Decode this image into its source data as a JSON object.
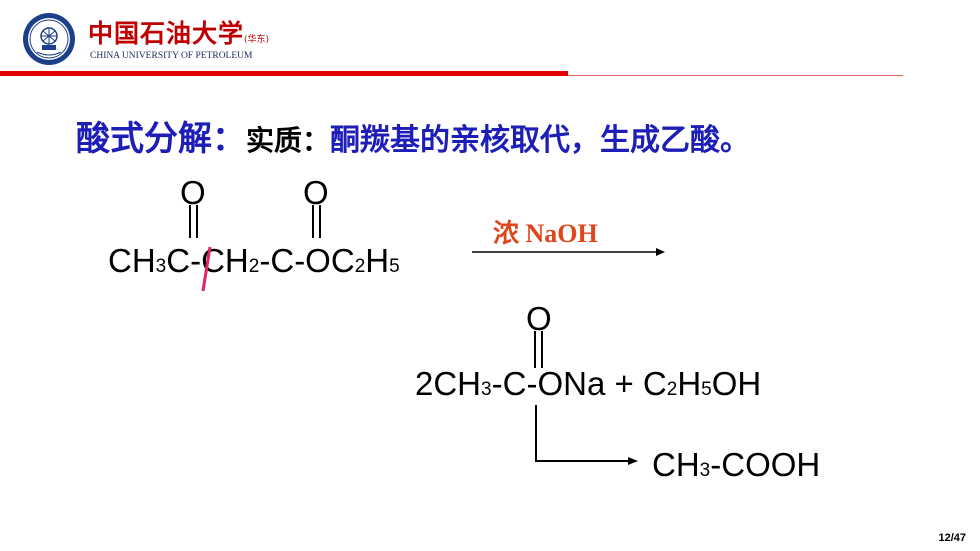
{
  "header": {
    "university_cn": "中国石油大学",
    "campus": "(华东)",
    "university_en": "CHINA UNIVERSITY OF PETROLEUM"
  },
  "heading": {
    "term": "酸式分解：",
    "label": "实质：",
    "desc": "酮羰基的亲核取代，生成乙酸。"
  },
  "reaction": {
    "reactant": {
      "ch3": "CH",
      "s1": "3",
      "c1": "C",
      "dash1": "-",
      "ch2": "CH",
      "s2": "2",
      "dash2": "-",
      "c2": "C",
      "oc": "-OC",
      "s3": "2",
      "h": "H",
      "s4": "5",
      "o1": "O",
      "o2": "O"
    },
    "reagent": "浓 NaOH",
    "product1": {
      "coef": "2CH",
      "s1": "3",
      "dash": "-",
      "c": "C",
      "ona": "-ONa + C",
      "s2": "2",
      "h": "H",
      "s3": "5",
      "oh": "OH",
      "o": "O"
    },
    "product2": {
      "ch": "CH",
      "s1": "3",
      "rest": "-COOH"
    }
  },
  "colors": {
    "brand_red": "#e00000",
    "heading_blue": "#1d1db8",
    "reagent_orange": "#e0461c",
    "cleavage_mark": "#e0245e"
  },
  "footer": {
    "page": "12/47"
  }
}
